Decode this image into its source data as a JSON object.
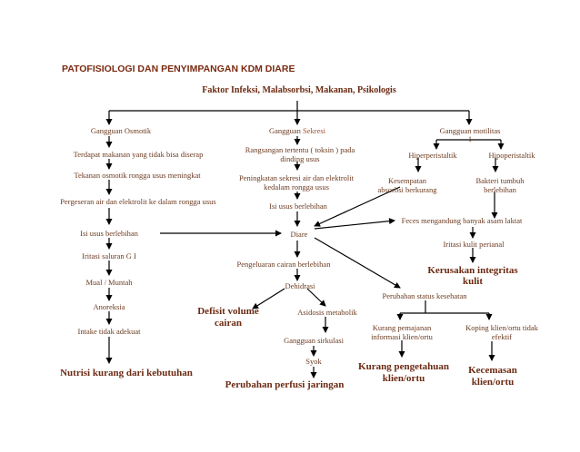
{
  "title": "PATOFISIOLOGI DAN PENYIMPANGAN KDM DIARE",
  "root": "Faktor Infeksi, Malabsorbsi, Makanan, Psikologis",
  "left": {
    "header": "Gangguan Osmotik",
    "n1": "Terdapat makanan yang tidak bisa diserap",
    "n2": "Tekanan osmotik rongga usus meningkat",
    "n3": "Pergeseran air dan elektrolit ke dalam rongga usus",
    "n4": "Isi usus berlebihan",
    "n5": "Iritasi saluran G I",
    "n6": "Mual / Muntah",
    "n7": "Anoreksia",
    "n8": "Intake tidak adekuat",
    "outcome": "Nutrisi kurang dari kebutuhan"
  },
  "center": {
    "header_a": "Gangguan",
    "header_b": "Sekresi",
    "n1_a": "Rangsangan tertentu ( toksin ) pada",
    "n1_b": "dinding usus",
    "n2_a": "Peningkatan sekresi air dan elektrolit",
    "n2_b": "kedalam rongga usus",
    "n3": "Isi usus berlebihan",
    "diare": "Diare",
    "n4": "Pengeluaran cairan berlebihan",
    "dehidrasi": "Dehidrasi",
    "fluid_a": "Defisit volume",
    "fluid_b": "cairan",
    "asidosis": "Asidosis metabolik",
    "sirkulasi": "Gangguan sirkulasi",
    "syok": "Syok",
    "outcome": "Perubahan perfusi jaringan"
  },
  "right": {
    "header_a": "Gangguan motilitas",
    "header_b": "1",
    "hiper": "Hiperperistaltik",
    "hipo": "Hipoperistaltik",
    "kesempatan_a": "Kesempatan",
    "kesempatan_b": "absorbsi berkurang",
    "bakteri_a": "Bakteri tumbuh",
    "bakteri_b": "berlebihan",
    "feces": "Feces mengandung banyak asam laktat",
    "iritasi": "Iritasi kulit perianal",
    "kulit_a": "Kerusakan integritas",
    "kulit_b": "kulit",
    "status": "Perubahan status kesehatan",
    "pemajanan_a": "Kurang pemajanan",
    "pemajanan_b": "informasi klien/ortu",
    "koping_a": "Koping klien/ortu tidak",
    "koping_b": "efektif",
    "pengetahuan_a": "Kurang pengetahuan",
    "pengetahuan_b": "klien/ortu",
    "kecemasan_a": "Kecemasan",
    "kecemasan_b": "klien/ortu"
  }
}
